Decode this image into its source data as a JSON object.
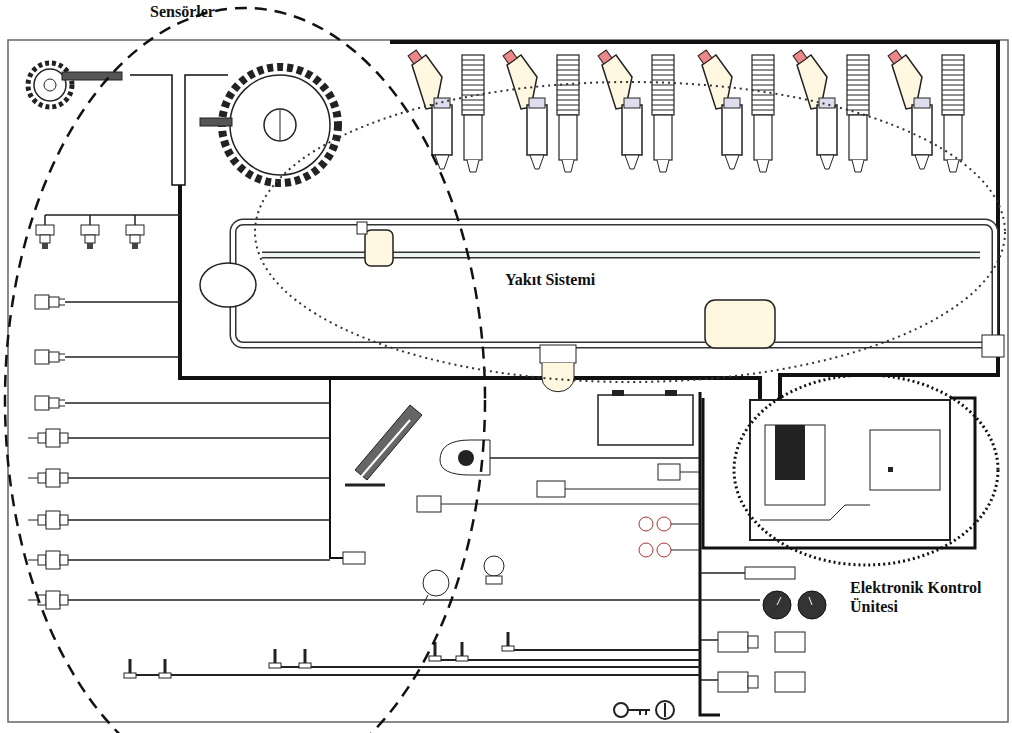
{
  "diagram": {
    "labels": [
      "Sensörler",
      "Yakıt Sistemi",
      "Elektronik Kontrol Ünitesi"
    ]
  }
}
